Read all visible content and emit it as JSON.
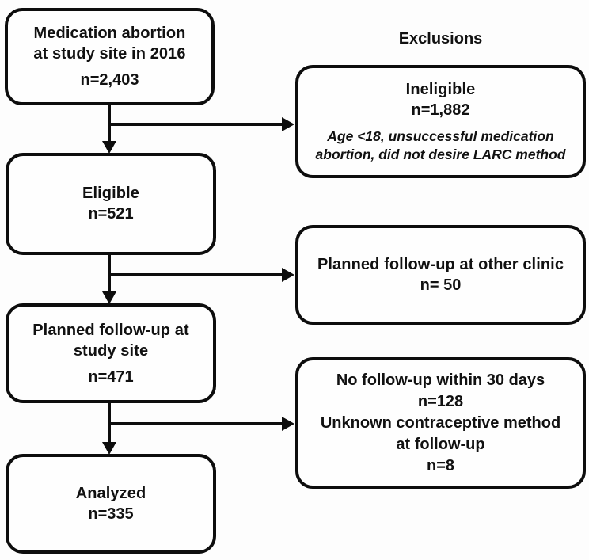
{
  "exclusions_header": "Exclusions",
  "flow": {
    "box1": {
      "line1": "Medication abortion",
      "line2": "at study site in 2016",
      "n": "n=2,403"
    },
    "box2": {
      "line1": "Eligible",
      "n": "n=521"
    },
    "box3": {
      "line1": "Planned follow-up at",
      "line2": "study site",
      "n": "n=471"
    },
    "box4": {
      "line1": "Analyzed",
      "n": "n=335"
    }
  },
  "exclusions": {
    "box1": {
      "title": "Ineligible",
      "n": "n=1,882",
      "note_line1": "Age <18, unsuccessful medication",
      "note_line2": "abortion, did not desire LARC method"
    },
    "box2": {
      "line1": "Planned follow-up at other clinic",
      "n": "n= 50"
    },
    "box3": {
      "line1": "No follow-up within 30 days",
      "n1": "n=128",
      "line2": "Unknown contraceptive method",
      "line3": "at follow-up",
      "n2": "n=8"
    }
  },
  "colors": {
    "line": "#0d0d0d",
    "background": "#fdfdfd",
    "box_fill": "#fefefe"
  }
}
